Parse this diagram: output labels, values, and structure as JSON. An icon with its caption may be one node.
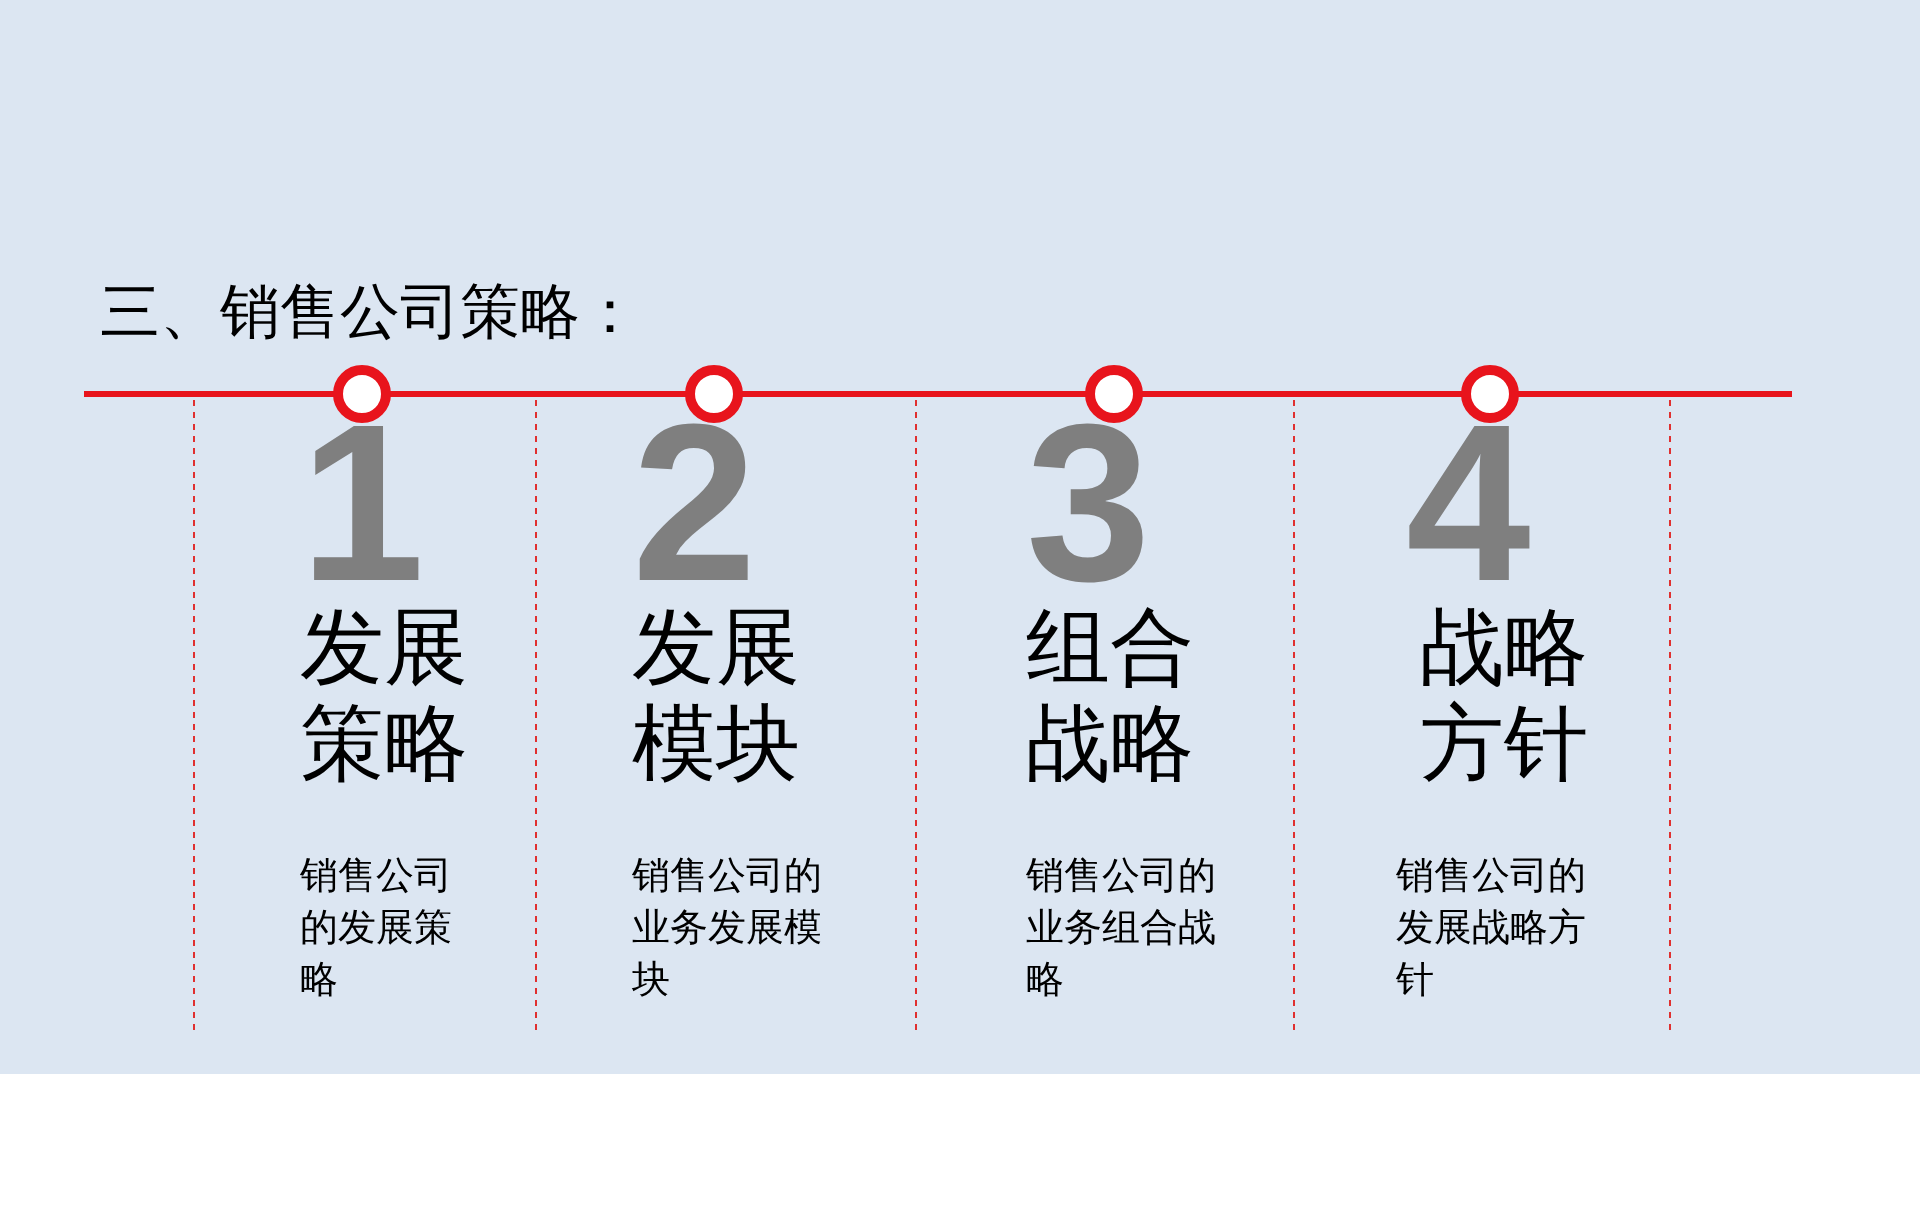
{
  "diagram": {
    "title": "三、销售公司策略：",
    "nodes": [
      {
        "text": [
          "1",
          "发展策略",
          "销售公司的发展策略"
        ]
      },
      {
        "text": [
          "2",
          "发展模块",
          "销售公司的业务发展模块"
        ]
      },
      {
        "text": [
          "3",
          "组合战略",
          "销售公司的业务组合战略"
        ]
      },
      {
        "text": [
          "4",
          "战略方针",
          "销售公司的发展战略方针"
        ]
      }
    ]
  }
}
